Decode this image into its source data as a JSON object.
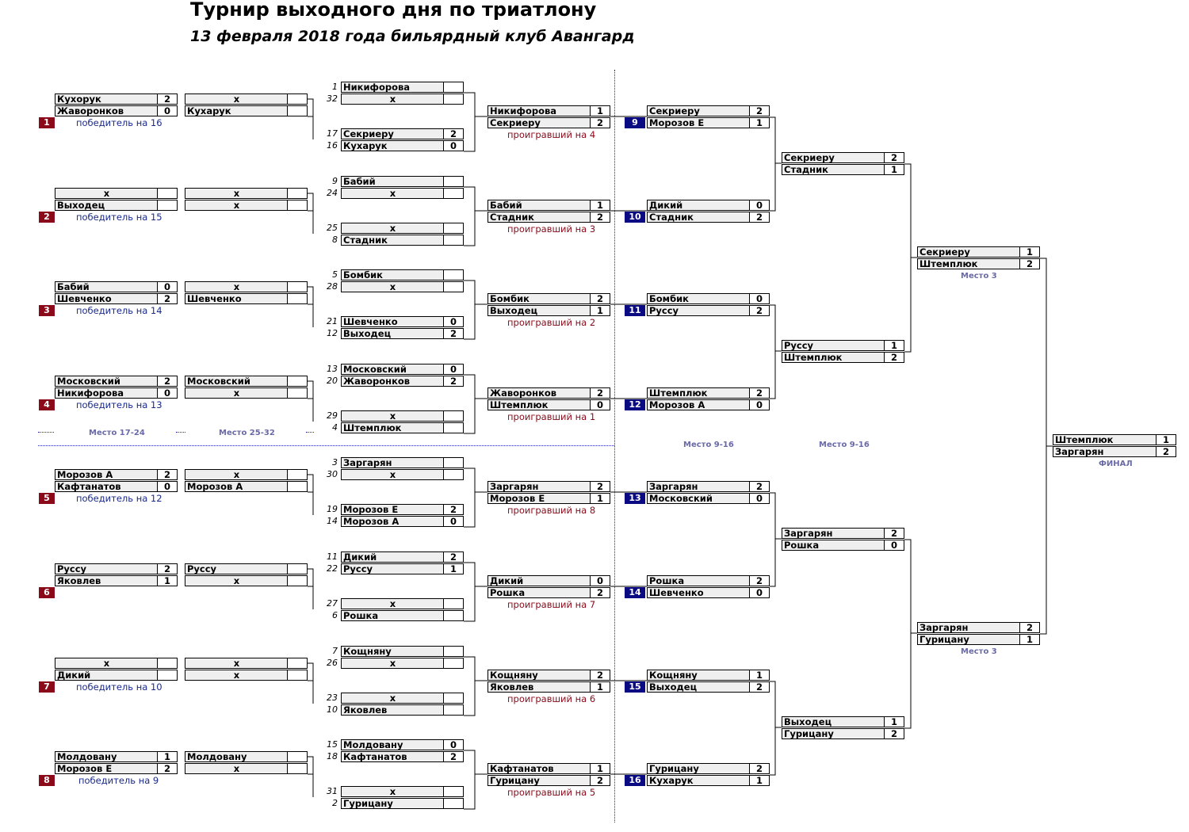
{
  "title": "Турнир выходного дня по триатлону",
  "subtitle": "13 февраля 2018 года бильярдный клуб Авангард",
  "winners_r1": [
    {
      "seed": "1",
      "p1": "Кухорук",
      "s1": "2",
      "p2": "Жаворонков",
      "s2": "0",
      "note": "победитель на 16"
    },
    {
      "seed": "2",
      "p1": "х",
      "s1": "",
      "p2": "Выходец",
      "s2": "",
      "note": "победитель на 15"
    },
    {
      "seed": "3",
      "p1": "Бабий",
      "s1": "0",
      "p2": "Шевченко",
      "s2": "2",
      "note": "победитель на 14"
    },
    {
      "seed": "4",
      "p1": "Московский",
      "s1": "2",
      "p2": "Никифорова",
      "s2": "0",
      "note": "победитель на 13"
    },
    {
      "seed": "5",
      "p1": "Морозов А",
      "s1": "2",
      "p2": "Кафтанатов",
      "s2": "0",
      "note": "победитель на 12"
    },
    {
      "seed": "6",
      "p1": "Руссу",
      "s1": "2",
      "p2": "Яковлев",
      "s2": "1",
      "note": ""
    },
    {
      "seed": "7",
      "p1": "х",
      "s1": "",
      "p2": "Дикий",
      "s2": "",
      "note": "победитель на 10"
    },
    {
      "seed": "8",
      "p1": "Молдовану",
      "s1": "1",
      "p2": "Морозов Е",
      "s2": "2",
      "note": "победитель на 9"
    }
  ],
  "losers_r1": [
    {
      "p1": "х",
      "p2": "Кухарук"
    },
    {
      "p1": "х",
      "p2": "х"
    },
    {
      "p1": "х",
      "p2": "Шевченко"
    },
    {
      "p1": "Московский",
      "p2": "х"
    },
    {
      "p1": "х",
      "p2": "Морозов А"
    },
    {
      "p1": "Руссу",
      "p2": "х"
    },
    {
      "p1": "х",
      "p2": "х"
    },
    {
      "p1": "Молдовану",
      "p2": "х"
    }
  ],
  "losers_r2": [
    {
      "a": {
        "n1": "1",
        "p1": "Никифорова",
        "s1": "",
        "n2": "32",
        "p2": "х",
        "s2": ""
      },
      "b": {
        "n1": "17",
        "p1": "Секриеру",
        "s1": "2",
        "n2": "16",
        "p2": "Кухарук",
        "s2": "0"
      }
    },
    {
      "a": {
        "n1": "9",
        "p1": "Бабий",
        "s1": "",
        "n2": "24",
        "p2": "х",
        "s2": ""
      },
      "b": {
        "n1": "25",
        "p1": "х",
        "s1": "",
        "n2": "8",
        "p2": "Стадник",
        "s2": ""
      }
    },
    {
      "a": {
        "n1": "5",
        "p1": "Бомбик",
        "s1": "",
        "n2": "28",
        "p2": "х",
        "s2": ""
      },
      "b": {
        "n1": "21",
        "p1": "Шевченко",
        "s1": "0",
        "n2": "12",
        "p2": "Выходец",
        "s2": "2"
      }
    },
    {
      "a": {
        "n1": "13",
        "p1": "Московский",
        "s1": "0",
        "n2": "20",
        "p2": "Жаворонков",
        "s2": "2"
      },
      "b": {
        "n1": "29",
        "p1": "х",
        "s1": "",
        "n2": "4",
        "p2": "Штемплюк",
        "s2": ""
      }
    },
    {
      "a": {
        "n1": "3",
        "p1": "Заргарян",
        "s1": "",
        "n2": "30",
        "p2": "х",
        "s2": ""
      },
      "b": {
        "n1": "19",
        "p1": "Морозов Е",
        "s1": "2",
        "n2": "14",
        "p2": "Морозов А",
        "s2": "0"
      }
    },
    {
      "a": {
        "n1": "11",
        "p1": "Дикий",
        "s1": "2",
        "n2": "22",
        "p2": "Руссу",
        "s2": "1"
      },
      "b": {
        "n1": "27",
        "p1": "х",
        "s1": "",
        "n2": "6",
        "p2": "Рошка",
        "s2": ""
      }
    },
    {
      "a": {
        "n1": "7",
        "p1": "Кощняну",
        "s1": "",
        "n2": "26",
        "p2": "х",
        "s2": ""
      },
      "b": {
        "n1": "23",
        "p1": "х",
        "s1": "",
        "n2": "10",
        "p2": "Яковлев",
        "s2": ""
      }
    },
    {
      "a": {
        "n1": "15",
        "p1": "Молдовану",
        "s1": "0",
        "n2": "18",
        "p2": "Кафтанатов",
        "s2": "2"
      },
      "b": {
        "n1": "31",
        "p1": "х",
        "s1": "",
        "n2": "2",
        "p2": "Гурицану",
        "s2": ""
      }
    }
  ],
  "losers_r3": [
    {
      "p1": "Никифорова",
      "s1": "1",
      "p2": "Секриеру",
      "s2": "2",
      "note": "проигравший на 4"
    },
    {
      "p1": "Бабий",
      "s1": "1",
      "p2": "Стадник",
      "s2": "2",
      "note": "проигравший на 3"
    },
    {
      "p1": "Бомбик",
      "s1": "2",
      "p2": "Выходец",
      "s2": "1",
      "note": "проигравший на 2"
    },
    {
      "p1": "Жаворонков",
      "s1": "2",
      "p2": "Штемплюк",
      "s2": "0",
      "note": "проигравший на 1"
    },
    {
      "p1": "Заргарян",
      "s1": "2",
      "p2": "Морозов Е",
      "s2": "1",
      "note": "проигравший на 8"
    },
    {
      "p1": "Дикий",
      "s1": "0",
      "p2": "Рошка",
      "s2": "2",
      "note": "проигравший на 7"
    },
    {
      "p1": "Кощняну",
      "s1": "2",
      "p2": "Яковлев",
      "s2": "1",
      "note": "проигравший на 6"
    },
    {
      "p1": "Кафтанатов",
      "s1": "1",
      "p2": "Гурицану",
      "s2": "2",
      "note": "проигравший на 5"
    }
  ],
  "main_r4": [
    {
      "seed": "9",
      "p1": "Секриеру",
      "s1": "2",
      "p2": "Морозов Е",
      "s2": "1"
    },
    {
      "seed": "10",
      "p1": "Дикий",
      "s1": "0",
      "p2": "Стадник",
      "s2": "2"
    },
    {
      "seed": "11",
      "p1": "Бомбик",
      "s1": "0",
      "p2": "Руссу",
      "s2": "2"
    },
    {
      "seed": "12",
      "p1": "Штемплюк",
      "s1": "2",
      "p2": "Морозов А",
      "s2": "0"
    },
    {
      "seed": "13",
      "p1": "Заргарян",
      "s1": "2",
      "p2": "Московский",
      "s2": "0"
    },
    {
      "seed": "14",
      "p1": "Рошка",
      "s1": "2",
      "p2": "Шевченко",
      "s2": "0"
    },
    {
      "seed": "15",
      "p1": "Кощняну",
      "s1": "1",
      "p2": "Выходец",
      "s2": "2"
    },
    {
      "seed": "16",
      "p1": "Гурицану",
      "s1": "2",
      "p2": "Кухарук",
      "s2": "1"
    }
  ],
  "main_r5": [
    {
      "p1": "Секриеру",
      "s1": "2",
      "p2": "Стадник",
      "s2": "1"
    },
    {
      "p1": "Руссу",
      "s1": "1",
      "p2": "Штемплюк",
      "s2": "2"
    },
    {
      "p1": "Заргарян",
      "s1": "2",
      "p2": "Рошка",
      "s2": "0"
    },
    {
      "p1": "Выходец",
      "s1": "1",
      "p2": "Гурицану",
      "s2": "2"
    }
  ],
  "main_r6": [
    {
      "p1": "Секриеру",
      "s1": "1",
      "p2": "Штемплюк",
      "s2": "2",
      "label": "Место 3"
    },
    {
      "p1": "Заргарян",
      "s1": "2",
      "p2": "Гурицану",
      "s2": "1",
      "label": "Место 3"
    }
  ],
  "final": {
    "p1": "Штемплюк",
    "s1": "1",
    "p2": "Заргарян",
    "s2": "2",
    "label": "ФИНАЛ"
  },
  "labels": {
    "place17": "Место 17-24",
    "place25": "Место 25-32",
    "place9a": "Место 9-16",
    "place9b": "Место 9-16"
  },
  "colors": {
    "seed_red": "#8b0a1a",
    "seed_blue": "#0a0a82",
    "cell_bg": "#efefef",
    "divider": "#2323c8"
  }
}
